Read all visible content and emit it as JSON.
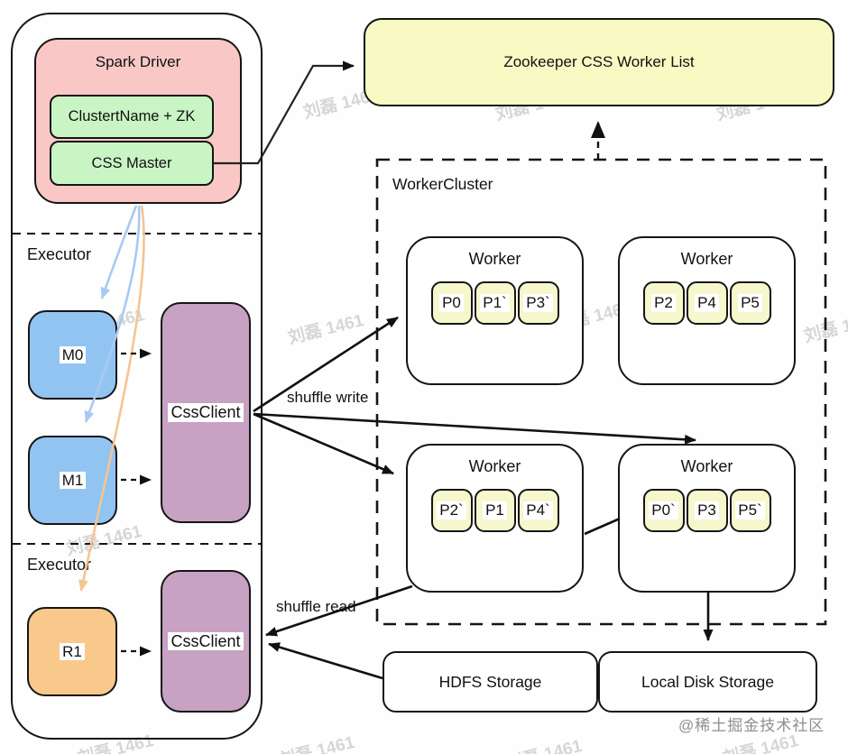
{
  "colors": {
    "outline": "#151515",
    "pink": "#f9c8c6",
    "green": "#c9f5c5",
    "blue": "#92c4f2",
    "purple": "#c7a2c3",
    "orange": "#f9c98c",
    "yellow": "#f9f9c4",
    "pale_yellow": "#f7f7cd",
    "arrow_blue": "#a9c9f2",
    "arrow_orange": "#f6c493",
    "watermark_gray": "#d6d6d6",
    "credit_gray": "#8f8f8f"
  },
  "spark_driver": {
    "title": "Spark Driver",
    "cluster_name_zk": "ClustertName + ZK",
    "css_master": "CSS Master"
  },
  "executor_top": {
    "label": "Executor",
    "m0": "M0",
    "m1": "M1",
    "css_client": "CssClient"
  },
  "executor_bottom": {
    "label": "Executor",
    "r1": "R1",
    "css_client": "CssClient"
  },
  "zookeeper": {
    "label": "Zookeeper CSS Worker List"
  },
  "worker_cluster": {
    "label": "WorkerCluster",
    "workers": [
      {
        "title": "Worker",
        "partitions": [
          "P0",
          "P1`",
          "P3`"
        ]
      },
      {
        "title": "Worker",
        "partitions": [
          "P2",
          "P4",
          "P5"
        ]
      },
      {
        "title": "Worker",
        "partitions": [
          "P2`",
          "P1",
          "P4`"
        ]
      },
      {
        "title": "Worker",
        "partitions": [
          "P0`",
          "P3",
          "P5`"
        ]
      }
    ]
  },
  "storage": {
    "hdfs": "HDFS Storage",
    "local_disk": "Local Disk Storage"
  },
  "annotations": {
    "shuffle_write": "shuffle write",
    "shuffle_read": "shuffle read"
  },
  "watermark": {
    "text": "刘磊 1461",
    "credit": "@稀土掘金技术社区"
  }
}
